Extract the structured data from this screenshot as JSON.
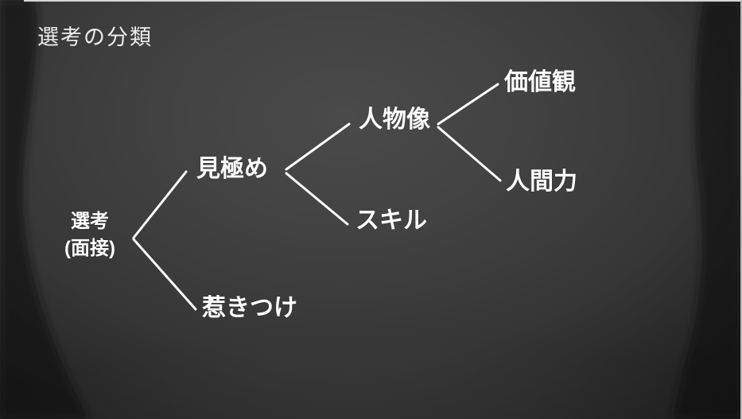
{
  "title": "選考の分類",
  "diagram": {
    "nodes": {
      "root": {
        "label": "選考",
        "sublabel": "(面接)"
      },
      "mikiwame": {
        "label": "見極め"
      },
      "hikitsuke": {
        "label": "惹きつけ"
      },
      "jinbutsuzo": {
        "label": "人物像"
      },
      "skill": {
        "label": "スキル"
      },
      "kachikan": {
        "label": "価値観"
      },
      "ningenryoku": {
        "label": "人間力"
      }
    },
    "edges": [
      {
        "from": "選考(面接)",
        "to": "見極め"
      },
      {
        "from": "選考(面接)",
        "to": "惹きつけ"
      },
      {
        "from": "見極め",
        "to": "人物像"
      },
      {
        "from": "見極め",
        "to": "スキル"
      },
      {
        "from": "人物像",
        "to": "価値観"
      },
      {
        "from": "人物像",
        "to": "人間力"
      }
    ]
  },
  "colors": {
    "text": "#ffffff",
    "title_text": "#ededed",
    "connector": "#ffffff",
    "background_center": "#484848",
    "background_edge": "#262626"
  }
}
